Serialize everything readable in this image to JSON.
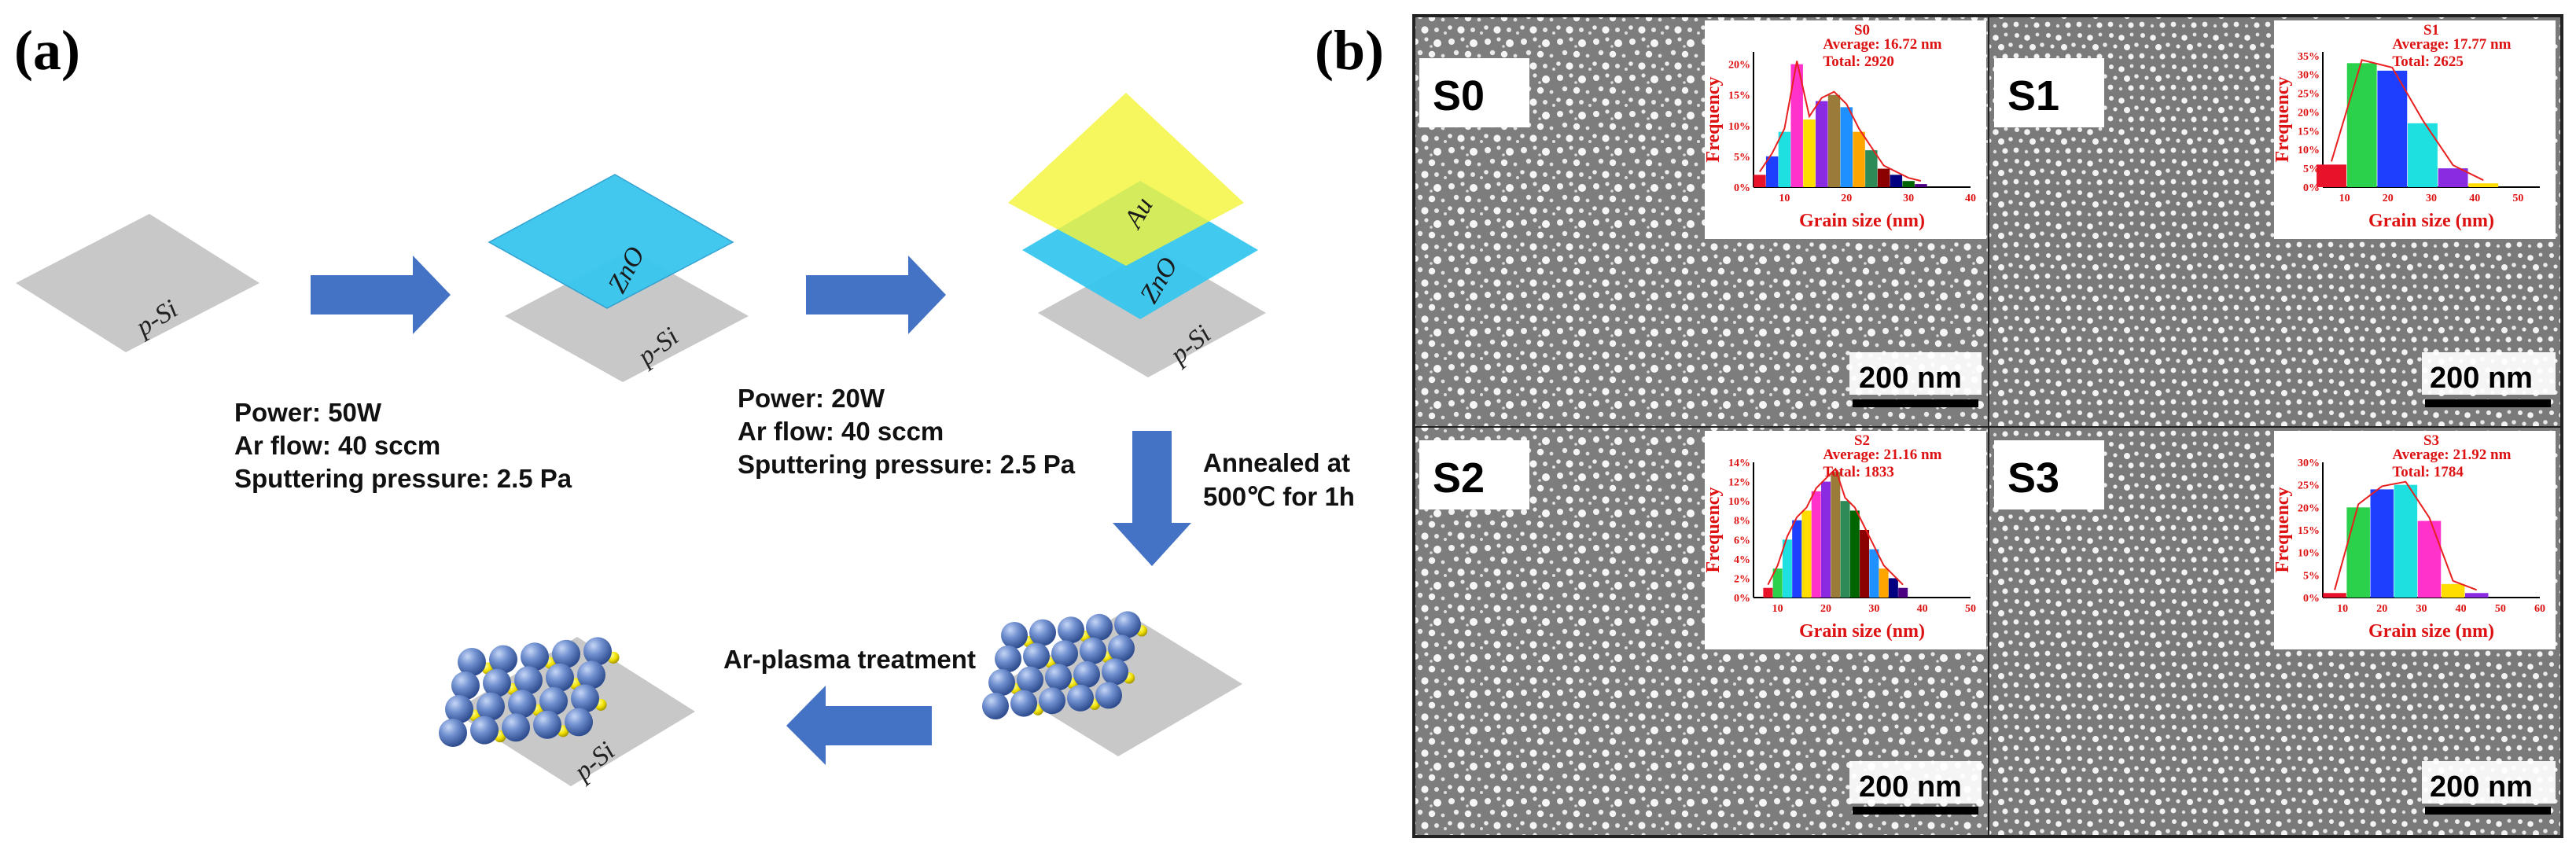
{
  "panel_a": {
    "label": "(a)",
    "substrate_label": "p-Si",
    "zno_label": "ZnO",
    "au_label": "Au",
    "step1_params": [
      "Power: 50W",
      "Ar flow: 40 sccm",
      "Sputtering pressure: 2.5 Pa"
    ],
    "step2_params": [
      "Power: 20W",
      "Ar flow: 40 sccm",
      "Sputtering pressure: 2.5 Pa"
    ],
    "anneal_text": [
      "Annealed at",
      "500℃ for 1h"
    ],
    "plasma_text": "Ar-plasma treatment",
    "colors": {
      "substrate": "#c8c8c8",
      "zno": "#38c6ee",
      "au": "#f4f43a",
      "arrow": "#4472c4",
      "sphere": "#6f8fcf",
      "dot": "#f0e000"
    }
  },
  "panel_b": {
    "label": "(b)",
    "scale_bar": "200 nm",
    "samples": [
      {
        "id": "S0",
        "average": "Average: 16.72 nm",
        "total": "Total: 2920"
      },
      {
        "id": "S1",
        "average": "Average: 17.77 nm",
        "total": "Total: 2625"
      },
      {
        "id": "S2",
        "average": "Average: 21.16 nm",
        "total": "Total: 1833"
      },
      {
        "id": "S3",
        "average": "Average: 21.92 nm",
        "total": "Total: 1784"
      }
    ],
    "inset_xlabel": "Grain size (nm)",
    "inset_ylabel": "Frequency"
  },
  "chart_data": [
    {
      "type": "bar",
      "title": "S0",
      "xlabel": "Grain size (nm)",
      "ylabel": "Frequency",
      "xticks": [
        "10",
        "20",
        "30",
        "40"
      ],
      "yticks": [
        "0%",
        "5%",
        "10%",
        "15%",
        "20%"
      ],
      "xlim": [
        5,
        40
      ],
      "ylim": [
        0,
        22
      ],
      "x": [
        6,
        8,
        10,
        12,
        14,
        16,
        18,
        20,
        22,
        24,
        26,
        28,
        30,
        32
      ],
      "values": [
        2,
        5,
        9,
        20,
        11,
        14,
        15,
        13,
        9,
        6,
        3,
        2,
        1,
        0.5
      ],
      "colors": [
        "#e8132b",
        "#1f3fff",
        "#1fe0e0",
        "#ff33cc",
        "#ffdd00",
        "#8a2be2",
        "#9b7b3a",
        "#1e90ff",
        "#ffa500",
        "#2e8b57",
        "#8b0000",
        "#000080",
        "#006400",
        "#4b0082"
      ]
    },
    {
      "type": "bar",
      "title": "S1",
      "xlabel": "Grain size (nm)",
      "ylabel": "Frequency",
      "xticks": [
        "10",
        "20",
        "30",
        "40",
        "50"
      ],
      "yticks": [
        "0%",
        "5%",
        "10%",
        "15%",
        "20%",
        "25%",
        "30%",
        "35%"
      ],
      "xlim": [
        5,
        55
      ],
      "ylim": [
        0,
        36
      ],
      "x": [
        7,
        14,
        21,
        28,
        35,
        42
      ],
      "values": [
        6,
        33,
        31,
        17,
        5,
        1
      ],
      "colors": [
        "#e8132b",
        "#2bd14a",
        "#1f3fff",
        "#1fe0e0",
        "#8a2be2",
        "#ffdd00"
      ]
    },
    {
      "type": "bar",
      "title": "S2",
      "xlabel": "Grain size (nm)",
      "ylabel": "Frequency",
      "xticks": [
        "10",
        "20",
        "30",
        "40",
        "50"
      ],
      "yticks": [
        "0%",
        "2%",
        "4%",
        "6%",
        "8%",
        "10%",
        "12%",
        "14%"
      ],
      "xlim": [
        5,
        50
      ],
      "ylim": [
        0,
        14
      ],
      "x": [
        8,
        10,
        12,
        14,
        16,
        18,
        20,
        22,
        24,
        26,
        28,
        30,
        32,
        34,
        36
      ],
      "values": [
        1,
        3,
        6,
        8,
        9,
        11,
        12,
        13,
        10,
        9,
        7,
        5,
        3,
        2,
        1
      ],
      "colors": [
        "#e8132b",
        "#2bd14a",
        "#1fe0e0",
        "#1f3fff",
        "#ffdd00",
        "#ff33cc",
        "#8a2be2",
        "#9b7b3a",
        "#2e8b57",
        "#006400",
        "#8b0000",
        "#1e90ff",
        "#ffa500",
        "#000080",
        "#4b0082"
      ]
    },
    {
      "type": "bar",
      "title": "S3",
      "xlabel": "Grain size (nm)",
      "ylabel": "Frequency",
      "xticks": [
        "10",
        "20",
        "30",
        "40",
        "50",
        "60"
      ],
      "yticks": [
        "0%",
        "5%",
        "10%",
        "15%",
        "20%",
        "25%",
        "30%"
      ],
      "xlim": [
        5,
        60
      ],
      "ylim": [
        0,
        30
      ],
      "x": [
        8,
        14,
        20,
        26,
        32,
        38,
        44
      ],
      "values": [
        1,
        20,
        24,
        25,
        17,
        3,
        1
      ],
      "colors": [
        "#e8132b",
        "#2bd14a",
        "#1f3fff",
        "#1fe0e0",
        "#ff33cc",
        "#ffdd00",
        "#8a2be2"
      ]
    }
  ]
}
